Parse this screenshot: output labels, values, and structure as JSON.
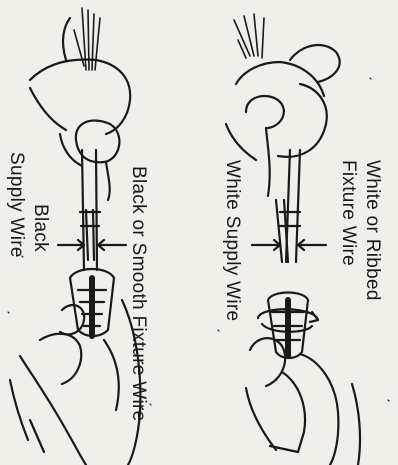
{
  "labels": {
    "left_fixture": "Black or Smooth Fixture Wire",
    "left_supply_line1": "Black",
    "left_supply_line2": "Supply Wire",
    "right_fixture_line1": "White or Ribbed",
    "right_fixture_line2": "Fixture Wire",
    "right_supply": "White Supply Wire"
  },
  "colors": {
    "background": "#f1efea",
    "ink": "#1a1a1a"
  }
}
